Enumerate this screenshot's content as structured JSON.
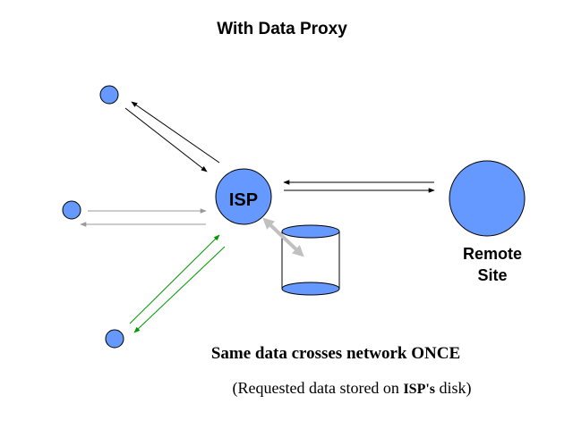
{
  "diagram": {
    "title": "With Data Proxy",
    "hub_label": "ISP",
    "remote_label_line1": "Remote",
    "remote_label_line2": "Site",
    "caption_line1": "Same data crosses network ONCE",
    "caption_line2_prefix": "(Requested data stored on ",
    "caption_line2_emphasis": "ISP's",
    "caption_line2_suffix": " disk)"
  },
  "colors": {
    "node_fill": "#6699ff",
    "node_stroke": "#000000",
    "disk_fill": "#6699ff",
    "arrow_top_client": "#000000",
    "arrow_middle_client": "#999999",
    "arrow_bottom_client": "#009900",
    "arrow_remote": "#000000",
    "arrow_disk": "#c0c0c0"
  }
}
